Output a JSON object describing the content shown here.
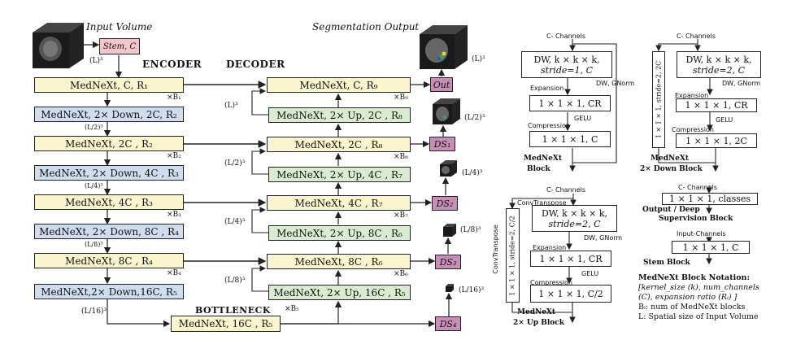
{
  "titles": {
    "input_volume": "Input Volume",
    "segmentation_output": "Segmentation Output",
    "encoder": "ENCODER",
    "decoder": "DECODER",
    "bottleneck": "BOTTLENECK"
  },
  "stem": "Stem, C",
  "encoder_blocks": [
    "MedNeXt, C, R₁",
    "MedNeXt, 2× Down, 2C, R₂",
    "MedNeXt, 2C , R₂",
    "MedNeXt, 2× Down, 4C , R₃",
    "MedNeXt, 4C , R₃",
    "MedNeXt, 2× Down, 8C , R₄",
    "MedNeXt, 8C , R₄",
    "MedNeXt,2× Down,16C, R₅"
  ],
  "decoder_blocks": [
    "MedNeXt, C, R₉",
    "MedNeXt, 2× Up, 2C , R₈",
    "MedNeXt, 2C , R₈",
    "MedNeXt, 2× Up, 4C , R₇",
    "MedNeXt, 4C , R₇",
    "MedNeXt, 2× Up, 8C , R₆",
    "MedNeXt, 8C , R₆",
    "MedNeXt, 2× Up, 16C , R₅"
  ],
  "bottleneck_block": "MedNeXt, 16C , R₅",
  "multipliers": {
    "enc": [
      "×B₁",
      "×B₂",
      "×B₃",
      "×B₄"
    ],
    "dec": [
      "×B₉",
      "×B₈",
      "×B₇",
      "×B₆"
    ],
    "bottleneck": "×B₅"
  },
  "sizes": {
    "enc": [
      "(L)³",
      "(L/2)³",
      "(L/4)³",
      "(L/8)³",
      "(L/16)³"
    ],
    "dec": [
      "(L)³",
      "(L/2)³",
      "(L/4)³",
      "(L/8)³"
    ],
    "out": [
      "(L)³",
      "(L/2)³",
      "(L/4)³",
      "(L/8)³",
      "(L/16)³"
    ]
  },
  "outputs": [
    "Out",
    "DS₁",
    "DS₂",
    "DS₃",
    "DS₄"
  ],
  "mednext_block": {
    "channels": "C- Channels",
    "dw": "DW, k × k × k,",
    "dw2": "stride=1, C",
    "dw_norm": "DW, GNorm",
    "expansion": "Expansion",
    "exp_box": "1 × 1 × 1, CR",
    "gelu": "GELU",
    "compression": "Compression",
    "comp_box": "1 × 1 × 1, C",
    "title1": "MedNeXt",
    "title2": "Block"
  },
  "down_block": {
    "channels": "C- Channels",
    "side": "1 × 1 × 1, stride=2, 2C",
    "dw": "DW, k × k × k,",
    "dw2": "stride=2, C",
    "dw_norm": "DW, GNorm",
    "expansion": "Expansion",
    "exp_box": "1 × 1 × 1, CR",
    "gelu": "GELU",
    "compression": "Compression",
    "comp_box": "1 × 1 × 1, 2C",
    "title1": "MedNeXt",
    "title2": "2× Down Block"
  },
  "up_block": {
    "channels": "C- Channels",
    "conv_t": "ConvTranspose",
    "side": "ConvTranspose",
    "side2": "1 × 1 × 1, stride=2, C/2",
    "dw": "DW, k × k × k,",
    "dw2": "stride=2, C",
    "dw_norm": "DW, GNorm",
    "expansion": "Expansion",
    "exp_box": "1 × 1 × 1, CR",
    "gelu": "GELU",
    "compression": "Compression",
    "comp_box": "1 × 1 × 1, C/2",
    "title1": "MedNeXt",
    "title2": "2× Up Block"
  },
  "output_block": {
    "channels": "C- Channels",
    "box": "1 × 1 × 1, classes",
    "title1": "Output / Deep",
    "title2": "Supervision Block"
  },
  "stem_block": {
    "channels": "Input-Channels",
    "box": "1 × 1 × 1, C",
    "title": "Stem Block"
  },
  "notation": {
    "title": "MedNeXt Block Notation:",
    "line1": "[kernel_size (k), num_channels",
    "line2": "(C), expansion ratio (Rᵢ) ]",
    "line3": "Bᵢ: num of MedNeXt blocks",
    "line4": "L: Spatial size of Input Volume"
  },
  "colors": {
    "yellow": "#fbf6d0",
    "blue": "#cfddef",
    "green": "#d9ecd2",
    "purple": "#c88fb6",
    "pink": "#f3c6cc"
  }
}
